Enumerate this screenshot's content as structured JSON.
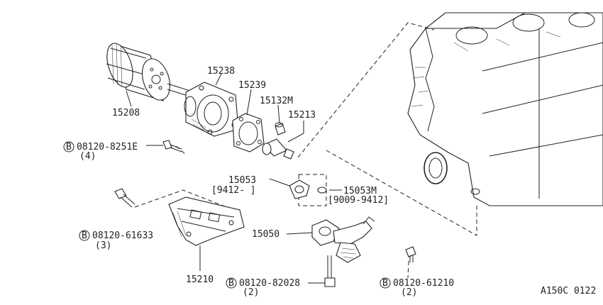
{
  "diagram": {
    "parts": {
      "filter": "15208",
      "filter_bracket": "15238",
      "gasket": "15239",
      "switch_cap": "15132M",
      "pressure_switch": "15213",
      "strainer_gasket_a": "15053",
      "strainer_gasket_a_range": "[9412-   ]",
      "strainer_gasket_b": "15053M",
      "strainer_gasket_b_range": "[9009-9412]",
      "strainer": "15050",
      "bracket": "15210"
    },
    "bolts": {
      "bolt_a": {
        "badge": "B",
        "code": "08120-8251E",
        "qty": "(4)"
      },
      "bolt_b": {
        "badge": "B",
        "code": "08120-61633",
        "qty": "(3)"
      },
      "bolt_c": {
        "badge": "B",
        "code": "08120-82028",
        "qty": "(2)"
      },
      "bolt_d": {
        "badge": "B",
        "code": "08120-61210",
        "qty": "(2)"
      }
    },
    "figure_code": "A150C 0122"
  }
}
